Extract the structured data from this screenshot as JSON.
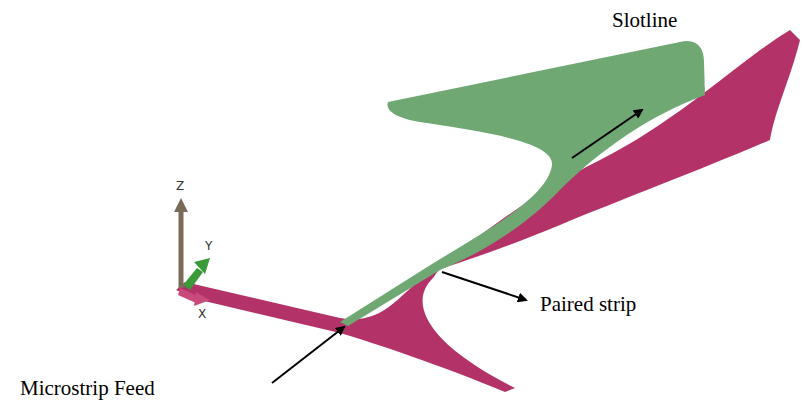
{
  "diagram": {
    "labels": [
      "Slotline",
      "Z",
      "Y",
      "X",
      "Paired strip",
      "Microstrip Feed"
    ]
  }
}
